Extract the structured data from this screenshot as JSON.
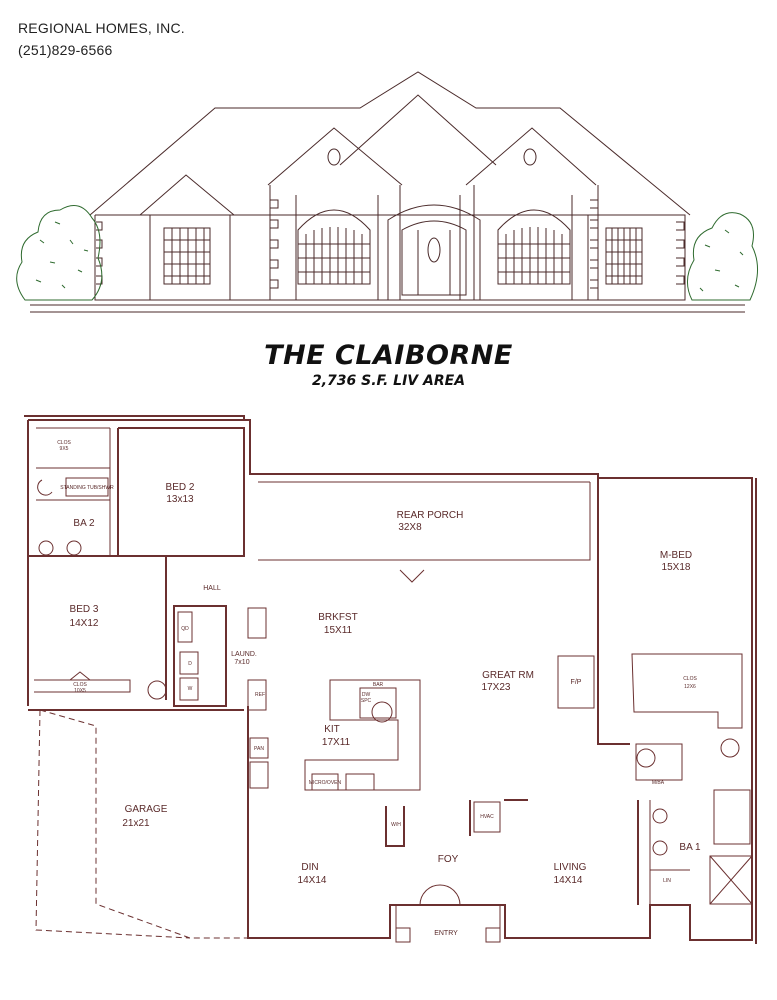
{
  "header": {
    "company": "REGIONAL HOMES, INC.",
    "phone": "(251)829-6566"
  },
  "plan": {
    "name": "THE CLAIBORNE",
    "area": "2,736 S.F. LIV AREA"
  },
  "rooms": {
    "bed2": {
      "name": "BED 2",
      "size": "13x13"
    },
    "rear_porch": {
      "name": "REAR PORCH",
      "size": "32X8"
    },
    "mbed": {
      "name": "M-BED",
      "size": "15X18"
    },
    "ba2": {
      "name": "BA 2"
    },
    "hall": {
      "name": "HALL"
    },
    "bed3": {
      "name": "BED 3",
      "size": "14X12"
    },
    "brkfst": {
      "name": "BRKFST",
      "size": "15X11"
    },
    "laund": {
      "name": "LAUND.",
      "size": "7x10"
    },
    "great_rm": {
      "name": "GREAT RM",
      "size": "17X23"
    },
    "kit": {
      "name": "KIT",
      "size": "17X11"
    },
    "garage": {
      "name": "GARAGE",
      "size": "21x21"
    },
    "din": {
      "name": "DIN",
      "size": "14X14"
    },
    "foy": {
      "name": "FOY"
    },
    "living": {
      "name": "LIVING",
      "size": "14X14"
    },
    "ba1": {
      "name": "BA 1"
    },
    "entry": {
      "name": "ENTRY"
    },
    "mba": {
      "name": "M/BA"
    }
  },
  "small_labels": {
    "clos_top": "CLOS",
    "clos_top_size": "9X5",
    "clos_bed3": "CLOS",
    "clos_bed3_size": "10X5",
    "clos_m": "CLOS",
    "clos_m_size": "12X6",
    "fp": "F/P",
    "hvac": "HVAC",
    "bar": "BAR",
    "dw": "DW",
    "spc": "SPC",
    "wh": "W/H",
    "ref": "REF",
    "pan": "PAN",
    "lin": "LIN",
    "wd": "W",
    "dd": "D",
    "qd": "QD",
    "micro": "MICRO/OVEN",
    "standing": "STANDING TUB/SHWR"
  }
}
